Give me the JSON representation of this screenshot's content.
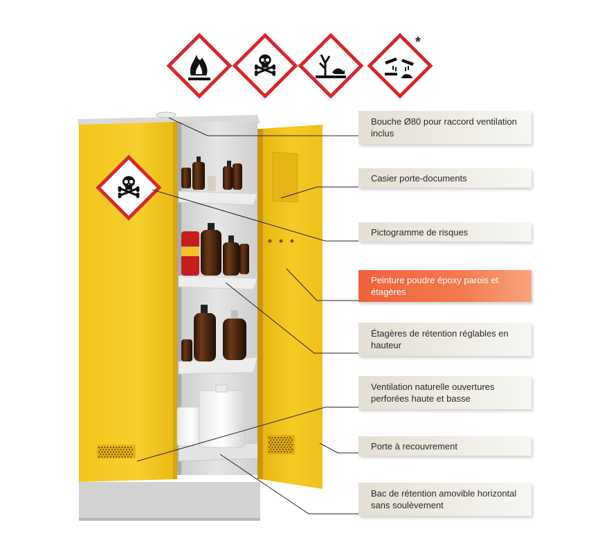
{
  "hazard_pictograms": [
    {
      "icon": "flame-icon"
    },
    {
      "icon": "skull-crossbones-icon"
    },
    {
      "icon": "environment-hazard-icon"
    },
    {
      "icon": "corrosive-icon",
      "note": "*"
    }
  ],
  "door_pictogram": {
    "icon": "skull-crossbones-icon"
  },
  "colors": {
    "cabinet_yellow": "#f2c21b",
    "body_grey": "#dcdcdc",
    "pictogram_red": "#d8262c",
    "accent_callout": "#f26b3e"
  },
  "callouts": [
    {
      "text": "Bouche Ø80 pour raccord ventilation inclus"
    },
    {
      "text": "Casier porte-documents"
    },
    {
      "text": "Pictogramme de risques"
    },
    {
      "text": "Peinture poudre époxy parois et étagères",
      "accent": true
    },
    {
      "text": "Étagères de rétention réglables en hauteur"
    },
    {
      "text": "Ventilation naturelle ouvertures perforées haute et basse"
    },
    {
      "text": "Porte à recouvrement"
    },
    {
      "text": "Bac de rétention amovible horizontal sans soulèvement"
    }
  ]
}
